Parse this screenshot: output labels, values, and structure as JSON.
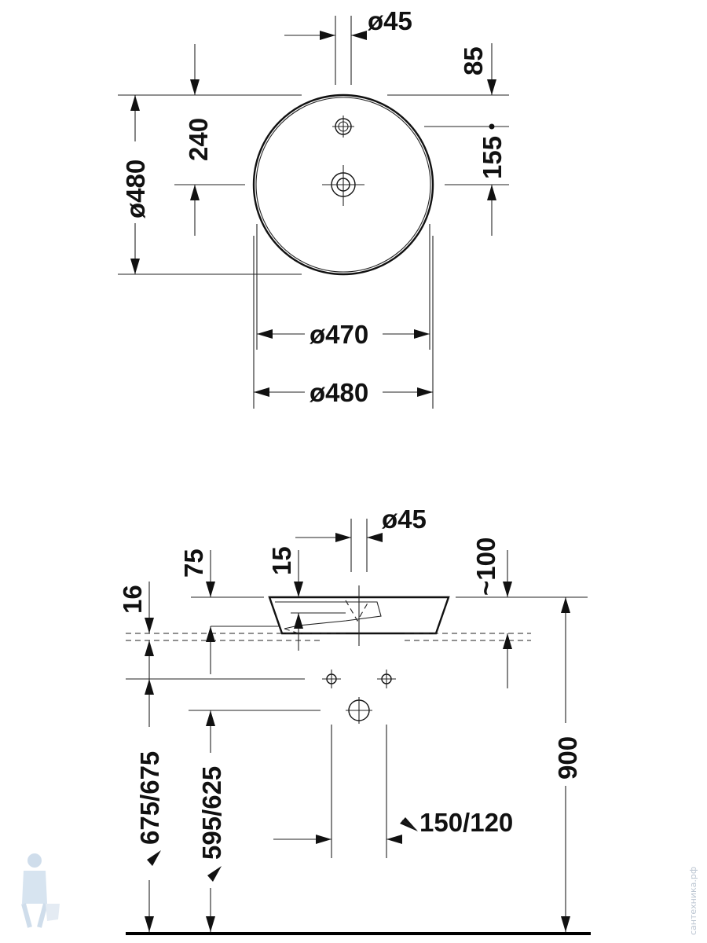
{
  "top_view": {
    "drain_diameter": "ø45",
    "tap_offset": "85",
    "half_depth": "240",
    "outer_diameter_left": "ø480",
    "center_to_tap": "155",
    "inner_diameter": "ø470",
    "outer_diameter_bottom": "ø480"
  },
  "side_view": {
    "drain_diameter": "ø45",
    "total_height": "75",
    "bowl_bottom": "15",
    "rim_height": "~100",
    "counter_thickness": "16",
    "wall_outlet_height_a": "675/675",
    "wall_outlet_height_b": "595/625",
    "install_height": "900",
    "outlet_spacing": "150/120"
  },
  "watermark": "сантехника.рф"
}
